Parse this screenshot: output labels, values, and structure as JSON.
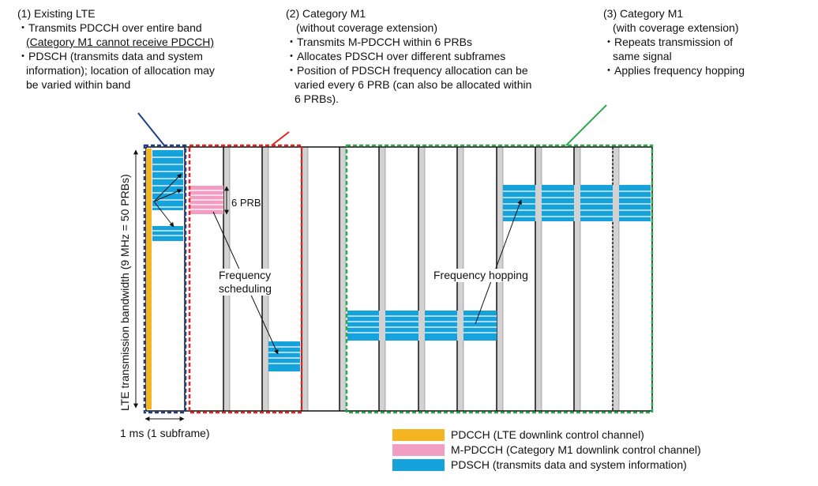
{
  "sections": {
    "lte": {
      "heading": "(1) Existing LTE",
      "lines": [
        "・Transmits PDCCH over entire band",
        "(Category M1 cannot receive PDCCH)",
        "・PDSCH (transmits data and system",
        "information); location of allocation may",
        "be varied within band"
      ]
    },
    "m1_no_ce": {
      "heading": "(2) Category M1",
      "lines": [
        "(without coverage extension)",
        "・Transmits M-PDCCH within 6 PRBs",
        "・Allocates PDSCH over different subframes",
        "・Position of PDSCH frequency allocation can be",
        "varied every 6 PRB (can also be allocated within",
        "6 PRBs)."
      ]
    },
    "m1_ce": {
      "heading": "(3) Category M1",
      "lines": [
        "(with coverage extension)",
        "・Repeats transmission of",
        "same signal",
        "・Applies frequency hopping"
      ]
    }
  },
  "diagram": {
    "y_axis_label": "LTE transmission bandwidth (9 MHz = 50 PRBs)",
    "x_axis_label": "1 ms (1 subframe)",
    "annotations": {
      "six_prb": "6 PRB",
      "freq_sched_1": "Frequency",
      "freq_sched_2": "scheduling",
      "freq_hopping": "Frequency hopping"
    }
  },
  "legend": [
    {
      "label": "PDCCH (LTE downlink control channel)",
      "color": "#f5b523"
    },
    {
      "label": "M-PDCCH (Category M1 downlink control channel)",
      "color": "#f19ec2"
    },
    {
      "label": "PDSCH (transmits data and system information)",
      "color": "#16a3dc"
    }
  ],
  "colors": {
    "lte_box": "#1f3d8c",
    "m1_box": "#e8231f",
    "ce_box": "#2aa84a",
    "gray_bar": "#d2d2d2",
    "pdsch": "#16a3dc",
    "mpdcch": "#f19ec2",
    "pdcch": "#f5b523"
  }
}
